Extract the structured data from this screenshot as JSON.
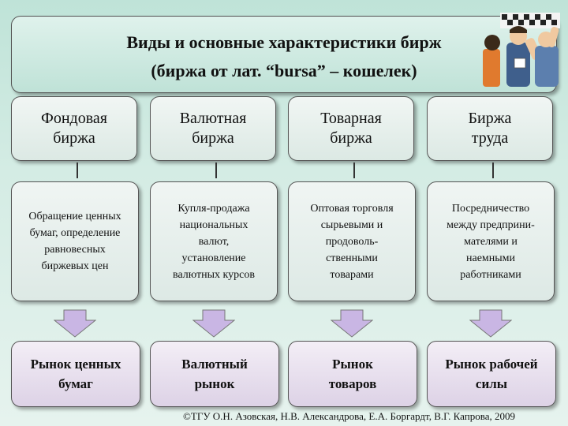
{
  "title": {
    "line1": "Виды и основные характеристики бирж",
    "line2": "(биржа от лат. “bursa” – кошелек)"
  },
  "columns": [
    {
      "header": "Фондовая биржа",
      "description": "Обращение ценных бумаг, определение равновесных биржевых цен",
      "market": "Рынок ценных бумаг"
    },
    {
      "header": "Валютная биржа",
      "description": "Купля-продажа национальных валют, установление валютных курсов",
      "market": "Валютный рынок"
    },
    {
      "header": "Товарная биржа",
      "description": "Оптовая торговля сырьевыми и продоволь-ственными товарами",
      "market": "Рынок товаров"
    },
    {
      "header": "Биржа труда",
      "description": "Посредничество между предприни-мателями и наемными работниками",
      "market": "Рынок рабочей силы"
    }
  ],
  "footer": "©ТГУ О.Н. Азовская, Н.В. Александрова, Е.А. Боргардт, В.Г. Капрова, 2009",
  "colors": {
    "background": "#cfe9e0",
    "arrow_fill": "#c9b6e4",
    "market_fill": "#e4d9ec"
  }
}
